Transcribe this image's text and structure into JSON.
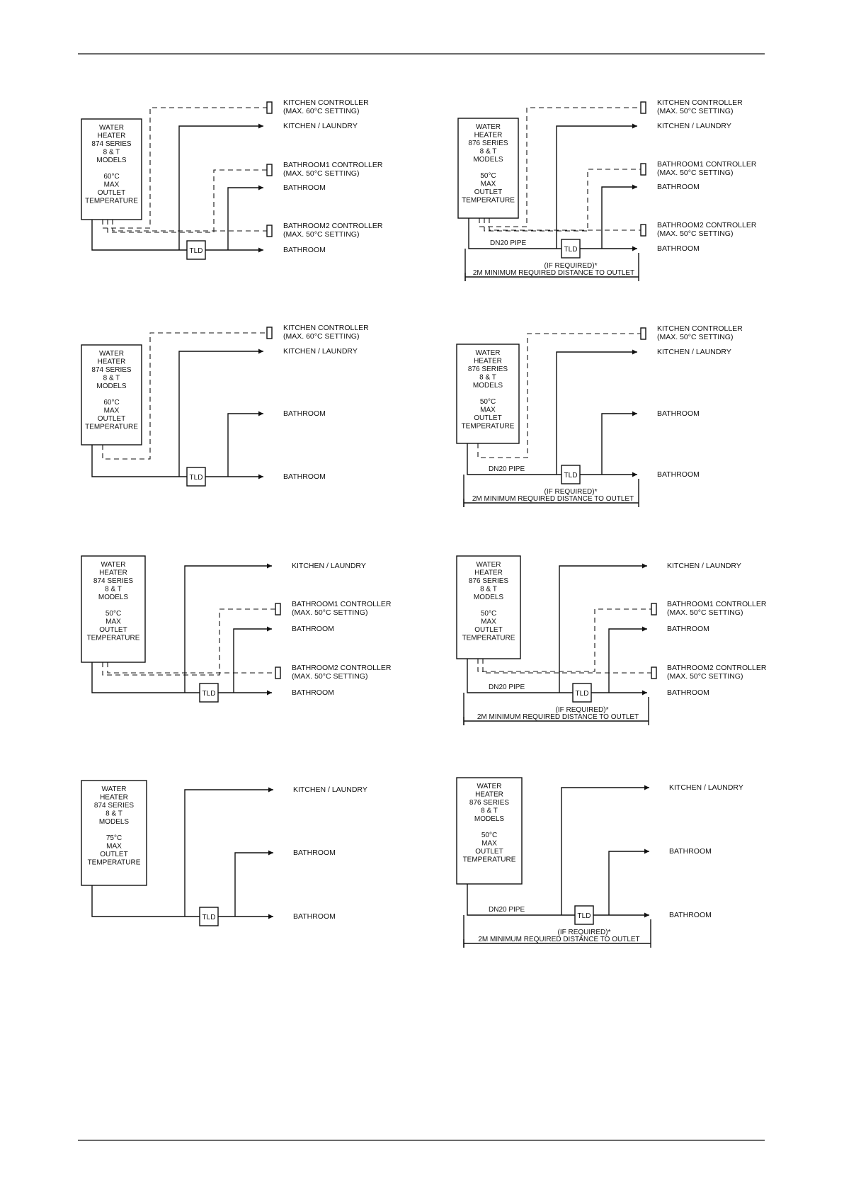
{
  "diagrams": [
    {
      "heater": [
        "WATER",
        "HEATER",
        "874 SERIES",
        "8 & T",
        "MODELS",
        "",
        "60°C",
        "MAX",
        "OUTLET",
        "TEMPERATURE"
      ],
      "tld": "TLD",
      "kitchen_controller": [
        "KITCHEN CONTROLLER",
        "(MAX. 60°C SETTING)"
      ],
      "kitchen": "KITCHEN / LAUNDRY",
      "bathroom1_controller": [
        "BATHROOM1 CONTROLLER",
        "(MAX. 50°C SETTING)"
      ],
      "bathroom1": "BATHROOM",
      "bathroom2_controller": [
        "BATHROOM2 CONTROLLER",
        "(MAX. 50°C SETTING)"
      ],
      "bathroom2": "BATHROOM"
    },
    {
      "heater": [
        "WATER",
        "HEATER",
        "876 SERIES",
        "8 & T",
        "MODELS",
        "",
        "50°C",
        "MAX",
        "OUTLET",
        "TEMPERATURE"
      ],
      "tld": "TLD",
      "kitchen_controller": [
        "KITCHEN CONTROLLER",
        "(MAX. 50°C SETTING)"
      ],
      "kitchen": "KITCHEN / LAUNDRY",
      "bathroom1_controller": [
        "BATHROOM1 CONTROLLER",
        "(MAX. 50°C SETTING)"
      ],
      "bathroom1": "BATHROOM",
      "bathroom2_controller": [
        "BATHROOM2 CONTROLLER",
        "(MAX. 50°C SETTING)"
      ],
      "bathroom2": "BATHROOM",
      "pipe": "DN20 PIPE",
      "if_required": "(IF REQUIRED)*",
      "distance": "2M MINIMUM REQUIRED DISTANCE TO OUTLET"
    },
    {
      "heater": [
        "WATER",
        "HEATER",
        "874 SERIES",
        "8 & T",
        "MODELS",
        "",
        "60°C",
        "MAX",
        "OUTLET",
        "TEMPERATURE"
      ],
      "tld": "TLD",
      "kitchen_controller": [
        "KITCHEN CONTROLLER",
        "(MAX. 60°C SETTING)"
      ],
      "kitchen": "KITCHEN / LAUNDRY",
      "bathroom1": "BATHROOM",
      "bathroom2": "BATHROOM"
    },
    {
      "heater": [
        "WATER",
        "HEATER",
        "876 SERIES",
        "8 & T",
        "MODELS",
        "",
        "50°C",
        "MAX",
        "OUTLET",
        "TEMPERATURE"
      ],
      "tld": "TLD",
      "kitchen_controller": [
        "KITCHEN CONTROLLER",
        "(MAX. 50°C SETTING)"
      ],
      "kitchen": "KITCHEN / LAUNDRY",
      "bathroom1": "BATHROOM",
      "bathroom2": "BATHROOM",
      "pipe": "DN20 PIPE",
      "if_required": "(IF REQUIRED)*",
      "distance": "2M MINIMUM REQUIRED DISTANCE TO OUTLET"
    },
    {
      "heater": [
        "WATER",
        "HEATER",
        "874 SERIES",
        "8 & T",
        "MODELS",
        "",
        "50°C",
        "MAX",
        "OUTLET",
        "TEMPERATURE"
      ],
      "tld": "TLD",
      "kitchen": "KITCHEN / LAUNDRY",
      "bathroom1_controller": [
        "BATHROOM1 CONTROLLER",
        "(MAX. 50°C SETTING)"
      ],
      "bathroom1": "BATHROOM",
      "bathroom2_controller": [
        "BATHROOM2 CONTROLLER",
        "(MAX. 50°C SETTING)"
      ],
      "bathroom2": "BATHROOM"
    },
    {
      "heater": [
        "WATER",
        "HEATER",
        "876 SERIES",
        "8 & T",
        "MODELS",
        "",
        "50°C",
        "MAX",
        "OUTLET",
        "TEMPERATURE"
      ],
      "tld": "TLD",
      "kitchen": "KITCHEN / LAUNDRY",
      "bathroom1_controller": [
        "BATHROOM1 CONTROLLER",
        "(MAX. 50°C SETTING)"
      ],
      "bathroom1": "BATHROOM",
      "bathroom2_controller": [
        "BATHROOM2 CONTROLLER",
        "(MAX. 50°C SETTING)"
      ],
      "bathroom2": "BATHROOM",
      "pipe": "DN20 PIPE",
      "if_required": "(IF REQUIRED)*",
      "distance": "2M MINIMUM REQUIRED DISTANCE TO OUTLET"
    },
    {
      "heater": [
        "WATER",
        "HEATER",
        "874 SERIES",
        "8 & T",
        "MODELS",
        "",
        "75°C",
        "MAX",
        "OUTLET",
        "TEMPERATURE"
      ],
      "tld": "TLD",
      "kitchen": "KITCHEN / LAUNDRY",
      "bathroom1": "BATHROOM",
      "bathroom2": "BATHROOM"
    },
    {
      "heater": [
        "WATER",
        "HEATER",
        "876 SERIES",
        "8 & T",
        "MODELS",
        "",
        "50°C",
        "MAX",
        "OUTLET",
        "TEMPERATURE"
      ],
      "tld": "TLD",
      "kitchen": "KITCHEN / LAUNDRY",
      "bathroom1": "BATHROOM",
      "bathroom2": "BATHROOM",
      "pipe": "DN20 PIPE",
      "if_required": "(IF REQUIRED)*",
      "distance": "2M MINIMUM REQUIRED DISTANCE TO OUTLET"
    }
  ]
}
